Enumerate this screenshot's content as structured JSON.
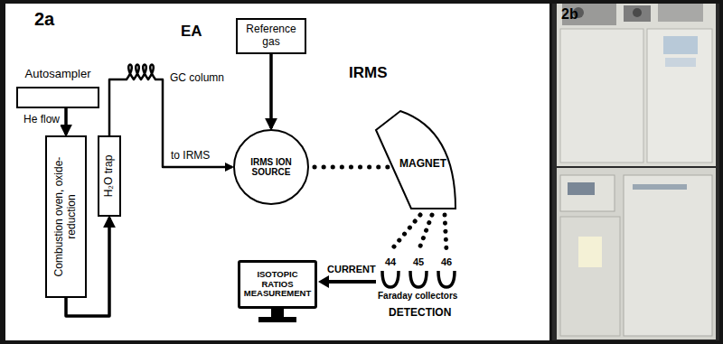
{
  "diagram": {
    "nodes": [
      {
        "text": [
          "Autosampler"
        ]
      },
      {
        "text": [
          "Combustion oven, oxide-reduction"
        ]
      },
      {
        "text": [
          "H₂O trap"
        ]
      },
      {
        "text": [
          "Reference gas"
        ]
      },
      {
        "text": [
          "IRMS ION SOURCE"
        ]
      },
      {
        "text": [
          "MAGNET"
        ]
      },
      {
        "text": [
          "ISOTOPIC RATIOS MEASUREMENT"
        ]
      }
    ],
    "edges": [
      {
        "from": 0,
        "to": 1,
        "label": "He flow",
        "arrow": "to"
      },
      {
        "from": 1,
        "to": 2,
        "arrow": "to"
      },
      {
        "from": 2,
        "to": 4,
        "label": "to IRMS",
        "arrow": "to"
      },
      {
        "from": 3,
        "to": 4,
        "arrow": "to"
      },
      {
        "from": 4,
        "to": 5,
        "arrow": "none"
      }
    ],
    "labels": [
      "2a",
      "EA",
      "GC column",
      "IRMS",
      "44",
      "45",
      "46",
      "Faraday collectors",
      "DETECTION",
      "CURRENT",
      "2b"
    ]
  }
}
